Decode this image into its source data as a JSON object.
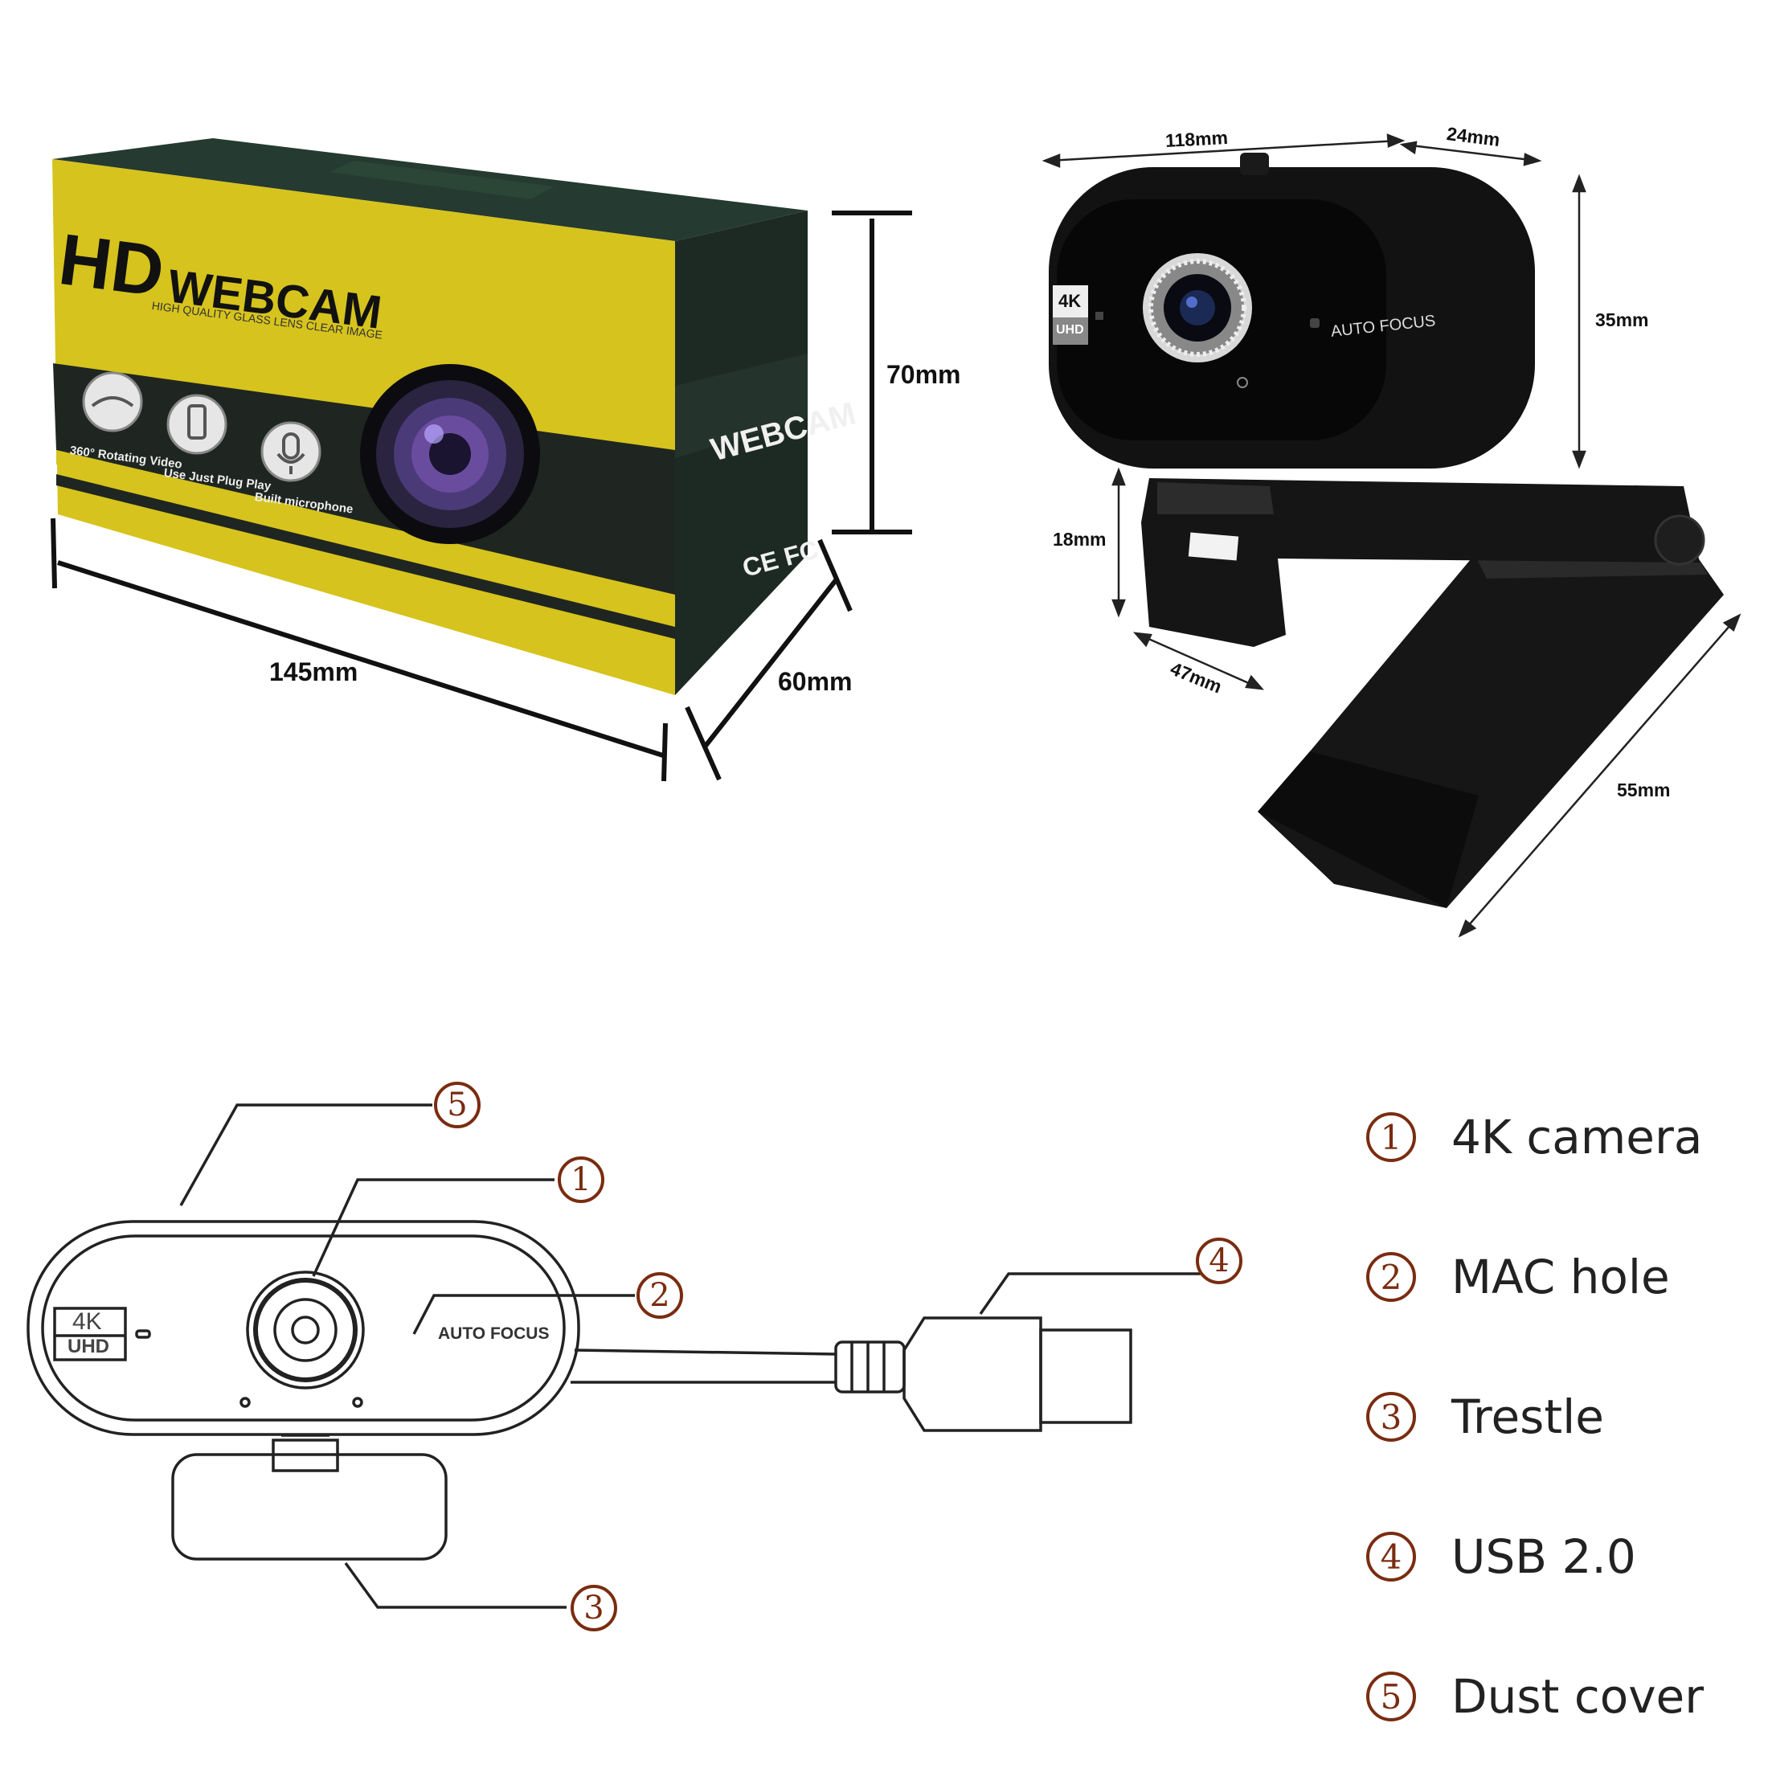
{
  "box": {
    "brand_hd": "HD",
    "brand_webcam": "WEBCAM",
    "tagline": "HIGH QUALITY GLASS LENS CLEAR IMAGE",
    "side_title": "WEBCAM",
    "features": [
      {
        "icon": "rotation-icon",
        "label": "360° Rotating Video"
      },
      {
        "icon": "usb-plug-icon",
        "label": "Use Just Plug Play"
      },
      {
        "icon": "microphone-icon",
        "label": "Built microphone"
      }
    ],
    "cert_marks": "CE FC",
    "dims": {
      "height": "70mm",
      "length": "145mm",
      "depth": "60mm"
    }
  },
  "photo": {
    "badge_top": "4K",
    "badge_bottom": "UHD",
    "autofocus": "AUTO FOCUS",
    "dims": {
      "width": "118mm",
      "depth": "24mm",
      "height": "35mm",
      "clip_height": "18mm",
      "clip_width": "47mm",
      "base_length": "55mm"
    }
  },
  "line_drawing": {
    "badge_top": "4K",
    "badge_bottom": "UHD",
    "autofocus": "AUTO FOCUS",
    "callouts": [
      "5",
      "1",
      "2",
      "4",
      "3"
    ]
  },
  "legend": [
    {
      "num": "1",
      "label": "4K camera"
    },
    {
      "num": "2",
      "label": "MAC hole"
    },
    {
      "num": "3",
      "label": "Trestle"
    },
    {
      "num": "4",
      "label": "USB 2.0"
    },
    {
      "num": "5",
      "label": "Dust cover"
    }
  ],
  "colors": {
    "box_yellow": "#d8c51c",
    "box_dark": "#1e2a24",
    "camera_black": "#111111",
    "callout_brown": "#7a2c10"
  }
}
